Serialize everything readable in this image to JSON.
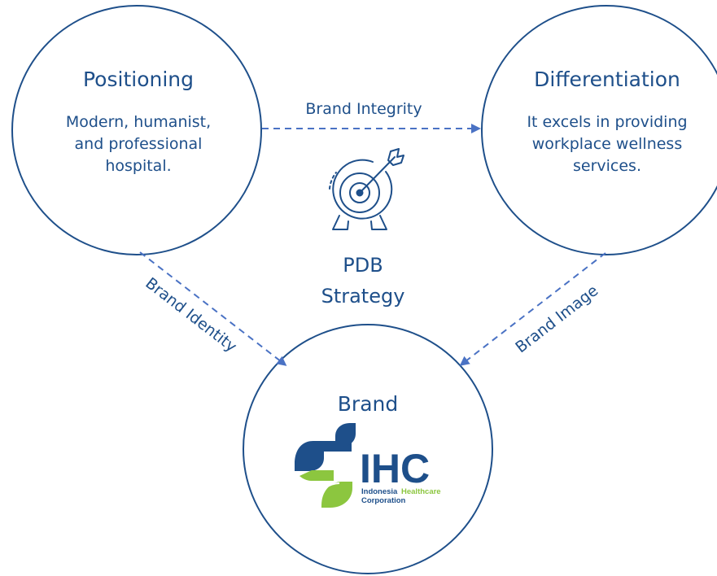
{
  "colors": {
    "primary": "#1e4f8a",
    "arrow": "#4a72c4",
    "logo_green": "#8cc63f"
  },
  "nodes": {
    "positioning": {
      "title": "Positioning",
      "lines": [
        "Modern, humanist,",
        "and professional",
        "hospital."
      ]
    },
    "differentiation": {
      "title": "Differentiation",
      "lines": [
        "It excels in providing",
        "workplace wellness",
        "services."
      ]
    },
    "brand": {
      "title": "Brand"
    }
  },
  "edges": {
    "integrity": "Brand Integrity",
    "identity": "Brand Identity",
    "image": "Brand Image"
  },
  "center": {
    "icon": "target-arrow-icon",
    "line1": "PDB",
    "line2": "Strategy"
  },
  "logo": {
    "abbr": "IHC",
    "word1": "Indonesia",
    "word2": "Healthcare",
    "word3": "Corporation"
  }
}
